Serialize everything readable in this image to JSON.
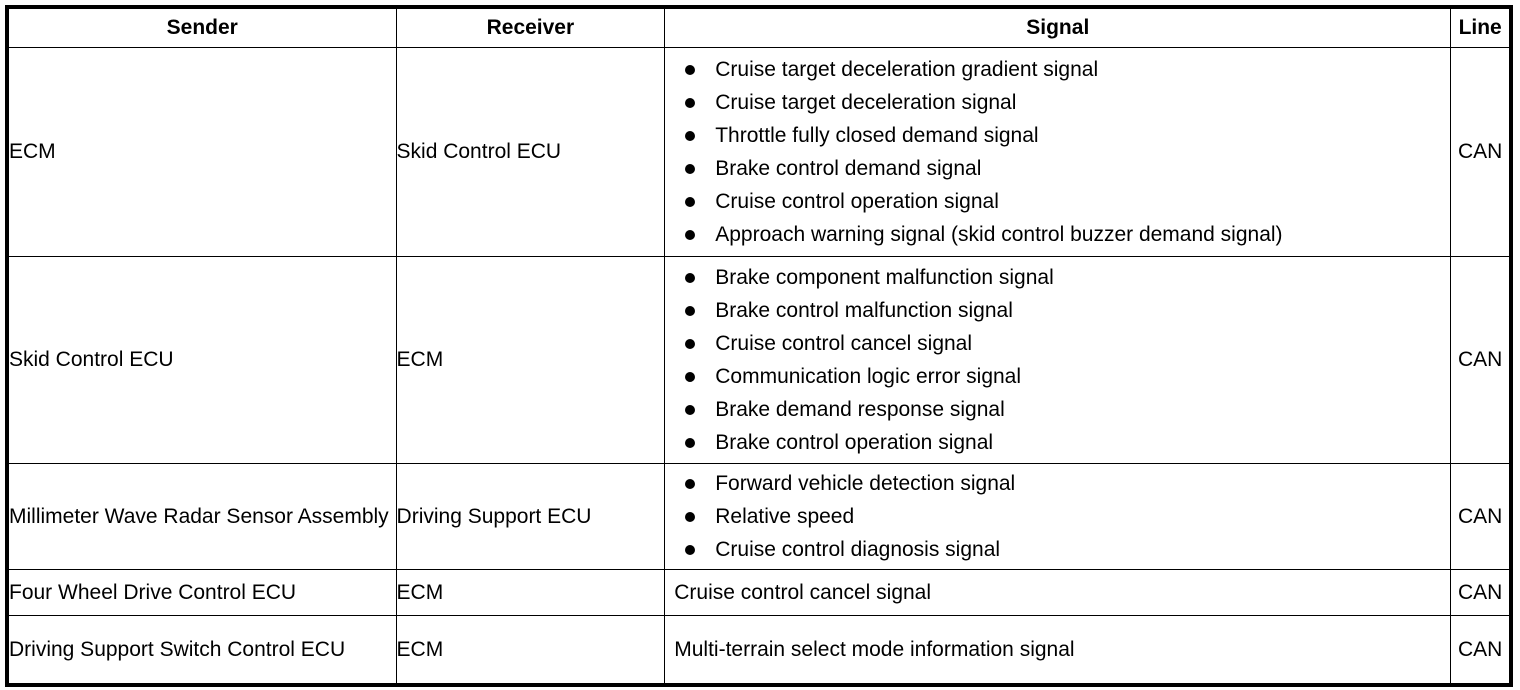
{
  "table": {
    "columns": [
      {
        "key": "sender",
        "label": "Sender"
      },
      {
        "key": "receiver",
        "label": "Receiver"
      },
      {
        "key": "signal",
        "label": "Signal"
      },
      {
        "key": "line",
        "label": "Line"
      }
    ],
    "rows": [
      {
        "sender": "ECM",
        "receiver": "Skid Control ECU",
        "signals": [
          "Cruise target deceleration gradient signal",
          "Cruise target deceleration signal",
          "Throttle fully closed demand signal",
          "Brake control demand signal",
          "Cruise control operation signal",
          "Approach warning signal (skid control buzzer demand signal)"
        ],
        "line": "CAN"
      },
      {
        "sender": "Skid Control ECU",
        "receiver": "ECM",
        "signals": [
          "Brake component malfunction signal",
          "Brake control malfunction signal",
          "Cruise control cancel signal",
          "Communication logic error signal",
          "Brake demand response signal",
          "Brake control operation signal"
        ],
        "line": "CAN"
      },
      {
        "sender": "Millimeter Wave Radar Sensor Assembly",
        "receiver": "Driving Support ECU",
        "signals": [
          "Forward vehicle detection signal",
          "Relative speed",
          "Cruise control diagnosis signal"
        ],
        "line": "CAN"
      },
      {
        "sender": "Four Wheel Drive Control ECU",
        "receiver": "ECM",
        "signal_text": "Cruise control cancel signal",
        "line": "CAN"
      },
      {
        "sender": "Driving Support Switch Control ECU",
        "receiver": "ECM",
        "signal_text": "Multi-terrain select mode information signal",
        "line": "CAN"
      }
    ]
  },
  "style": {
    "border_color": "#000000",
    "text_color": "#000000",
    "background": "#ffffff",
    "bullet_glyph": "filled-circle"
  }
}
